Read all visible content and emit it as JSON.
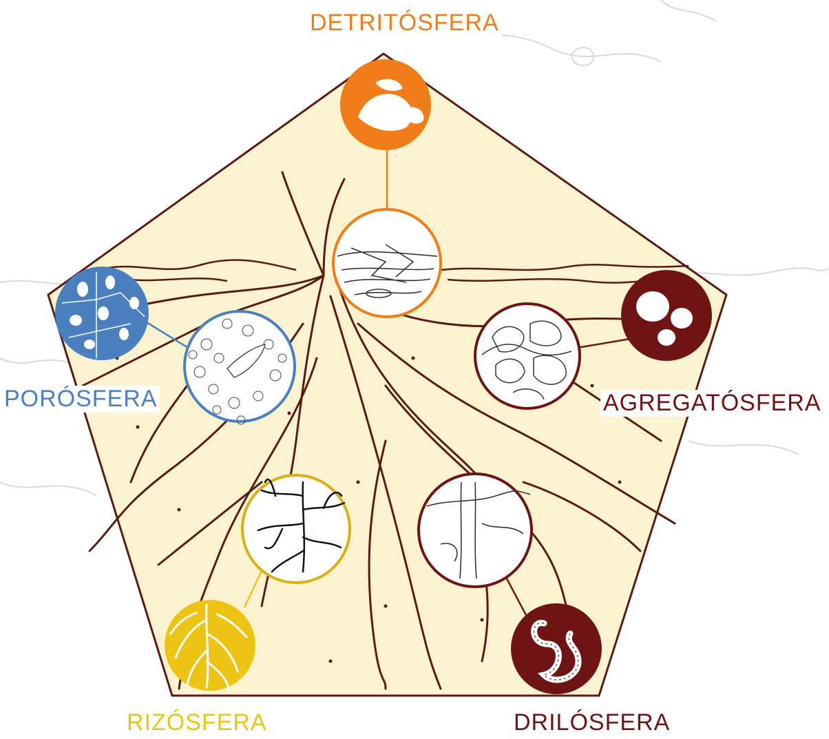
{
  "labels": {
    "detritosfera": "DETRITÓSFERA",
    "porosfera": "PORÓSFERA",
    "agregatosfera": "AGREGATÓSFERA",
    "rizosfera": "RIZÓSFERA",
    "drilosfera": "DRILÓSFERA"
  },
  "colors": {
    "detritosfera": "#f07d1a",
    "porosfera": "#4a80c0",
    "agregatosfera": "#6e1414",
    "rizosfera": "#eec414",
    "drilosfera": "#6e1414",
    "soil": "#fbf3cf",
    "roots": "#5a1a14"
  }
}
